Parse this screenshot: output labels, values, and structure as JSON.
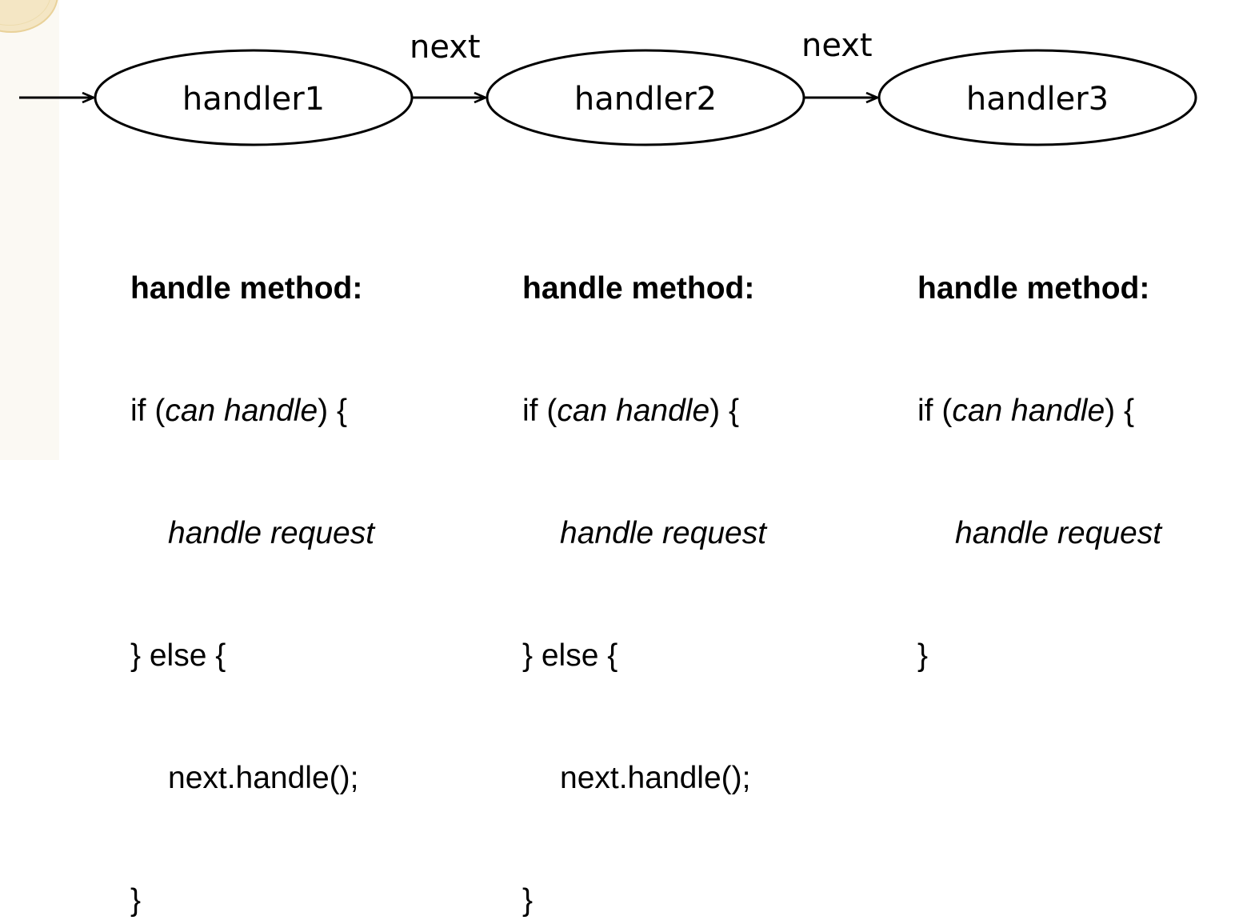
{
  "nodes": [
    {
      "label": "handler1"
    },
    {
      "label": "handler2"
    },
    {
      "label": "handler3"
    }
  ],
  "edges": [
    {
      "label": ""
    },
    {
      "label": "next"
    },
    {
      "label": "next"
    }
  ],
  "methods": [
    {
      "title": "handle method:",
      "if_open": "if (",
      "condition": "can handle",
      "if_close": ") {",
      "action": "handle request",
      "else_line": "} else {",
      "next_call": "next.handle();",
      "close": "}"
    },
    {
      "title": "handle method:",
      "if_open": "if (",
      "condition": "can handle",
      "if_close": ") {",
      "action": "handle request",
      "else_line": "} else {",
      "next_call": "next.handle();",
      "close": "}"
    },
    {
      "title": "handle method:",
      "if_open": "if (",
      "condition": "can handle",
      "if_close": ") {",
      "action": "handle request",
      "close": "}"
    }
  ]
}
